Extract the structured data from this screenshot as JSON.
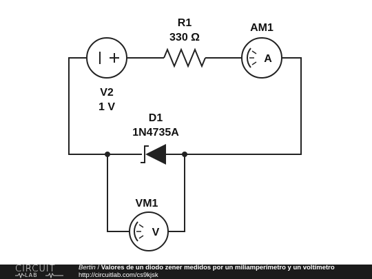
{
  "circuit": {
    "resistor": {
      "name": "R1",
      "value": "330 Ω"
    },
    "ammeter": {
      "name": "AM1",
      "symbol": "A"
    },
    "source": {
      "name": "V2",
      "value": "1 V",
      "symbol_minus": "|",
      "symbol_plus": "+"
    },
    "diode": {
      "name": "D1",
      "part": "1N4735A"
    },
    "voltmeter": {
      "name": "VM1",
      "symbol": "V"
    }
  },
  "footer": {
    "logo_top": "CIRCUIT",
    "logo_bottom": "LAB",
    "author": "Bertin",
    "separator": " / ",
    "title": "Valores de un diodo zener medidos por un miliamperímetro y un voltímetro",
    "url": "http://circuitlab.com/cs9kjsk"
  },
  "colors": {
    "ink": "#222222",
    "footer_bg": "#1b1b1b",
    "background": "#ffffff"
  },
  "icons": [
    "dc-voltage-source-icon",
    "resistor-icon",
    "ammeter-icon",
    "zener-diode-icon",
    "voltmeter-icon",
    "junction-dot-icon"
  ]
}
